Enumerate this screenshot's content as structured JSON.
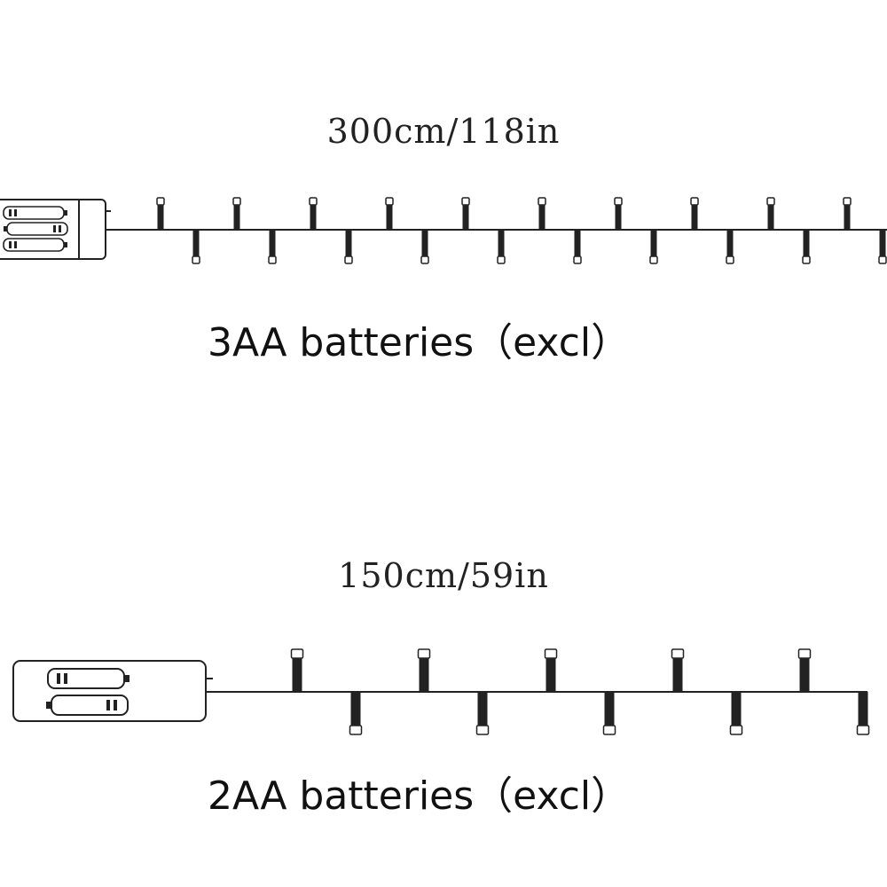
{
  "strings": [
    {
      "length_label": "300cm/118in",
      "battery_label": "3AA batteries（excl）",
      "battery_count": 3
    },
    {
      "length_label": "150cm/59in",
      "battery_label": "2AA batteries（excl）",
      "battery_count": 2
    }
  ]
}
